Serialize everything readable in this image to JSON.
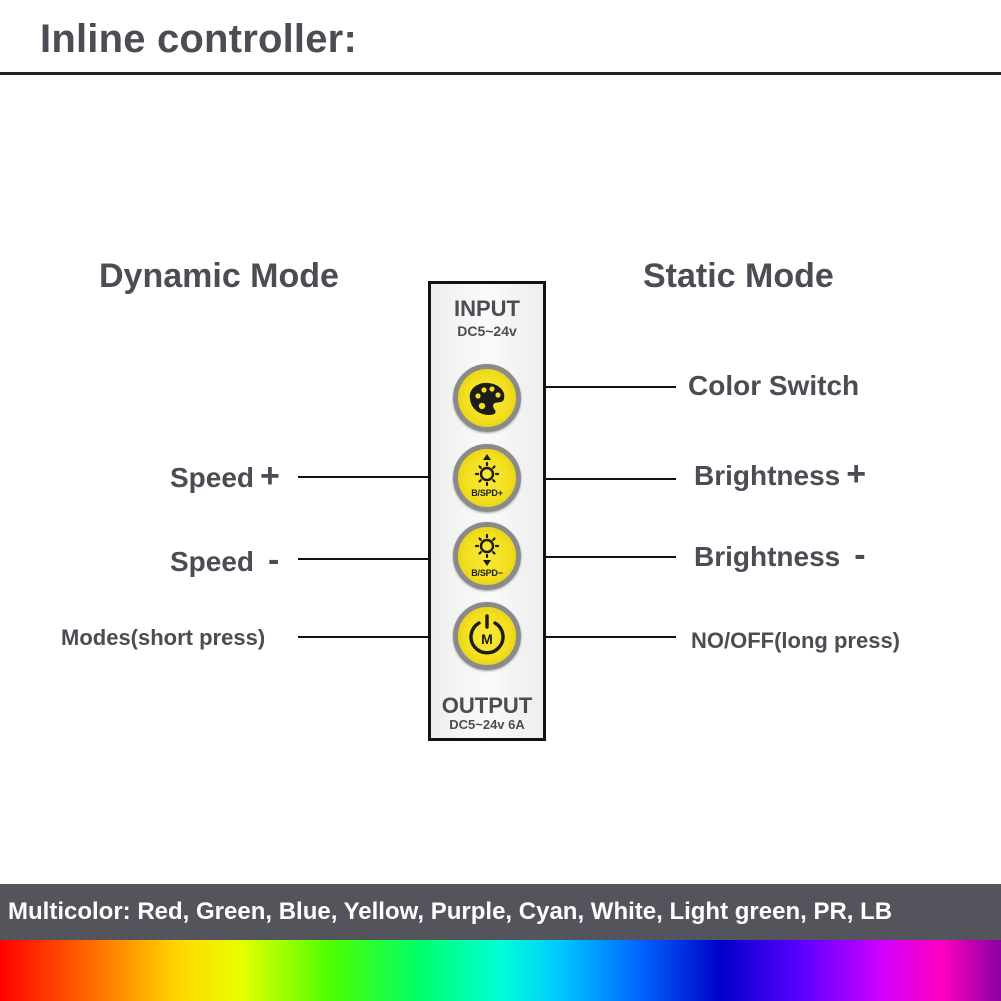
{
  "header": {
    "title": "Inline controller:"
  },
  "modes": {
    "dynamic": "Dynamic Mode",
    "static": "Static Mode"
  },
  "controller": {
    "input_label": "INPUT",
    "input_spec": "DC5~24v",
    "output_label": "OUTPUT",
    "output_spec": "DC5~24v 6A",
    "buttons": [
      {
        "icon": "palette-icon",
        "caption": ""
      },
      {
        "icon": "brightness-up-icon",
        "caption": "B/SPD+"
      },
      {
        "icon": "brightness-down-icon",
        "caption": "B/SPD−"
      },
      {
        "icon": "power-mode-icon",
        "caption": ""
      }
    ],
    "button_color": "#f5e22a",
    "button_ring_color": "#8a8a8a"
  },
  "left_labels": {
    "speed_up": "Speed",
    "speed_up_sign": "+",
    "speed_down": "Speed",
    "speed_down_sign": "-",
    "modes": "Modes(short press)"
  },
  "right_labels": {
    "color_switch": "Color Switch",
    "brightness_up": "Brightness",
    "brightness_up_sign": "+",
    "brightness_down": "Brightness",
    "brightness_down_sign": "-",
    "power": "NO/OFF(long press)"
  },
  "footer": {
    "multicolor_text": "Multicolor: Red, Green, Blue, Yellow, Purple, Cyan, White, Light green, PR, LB",
    "bar_color": "#54545c"
  }
}
